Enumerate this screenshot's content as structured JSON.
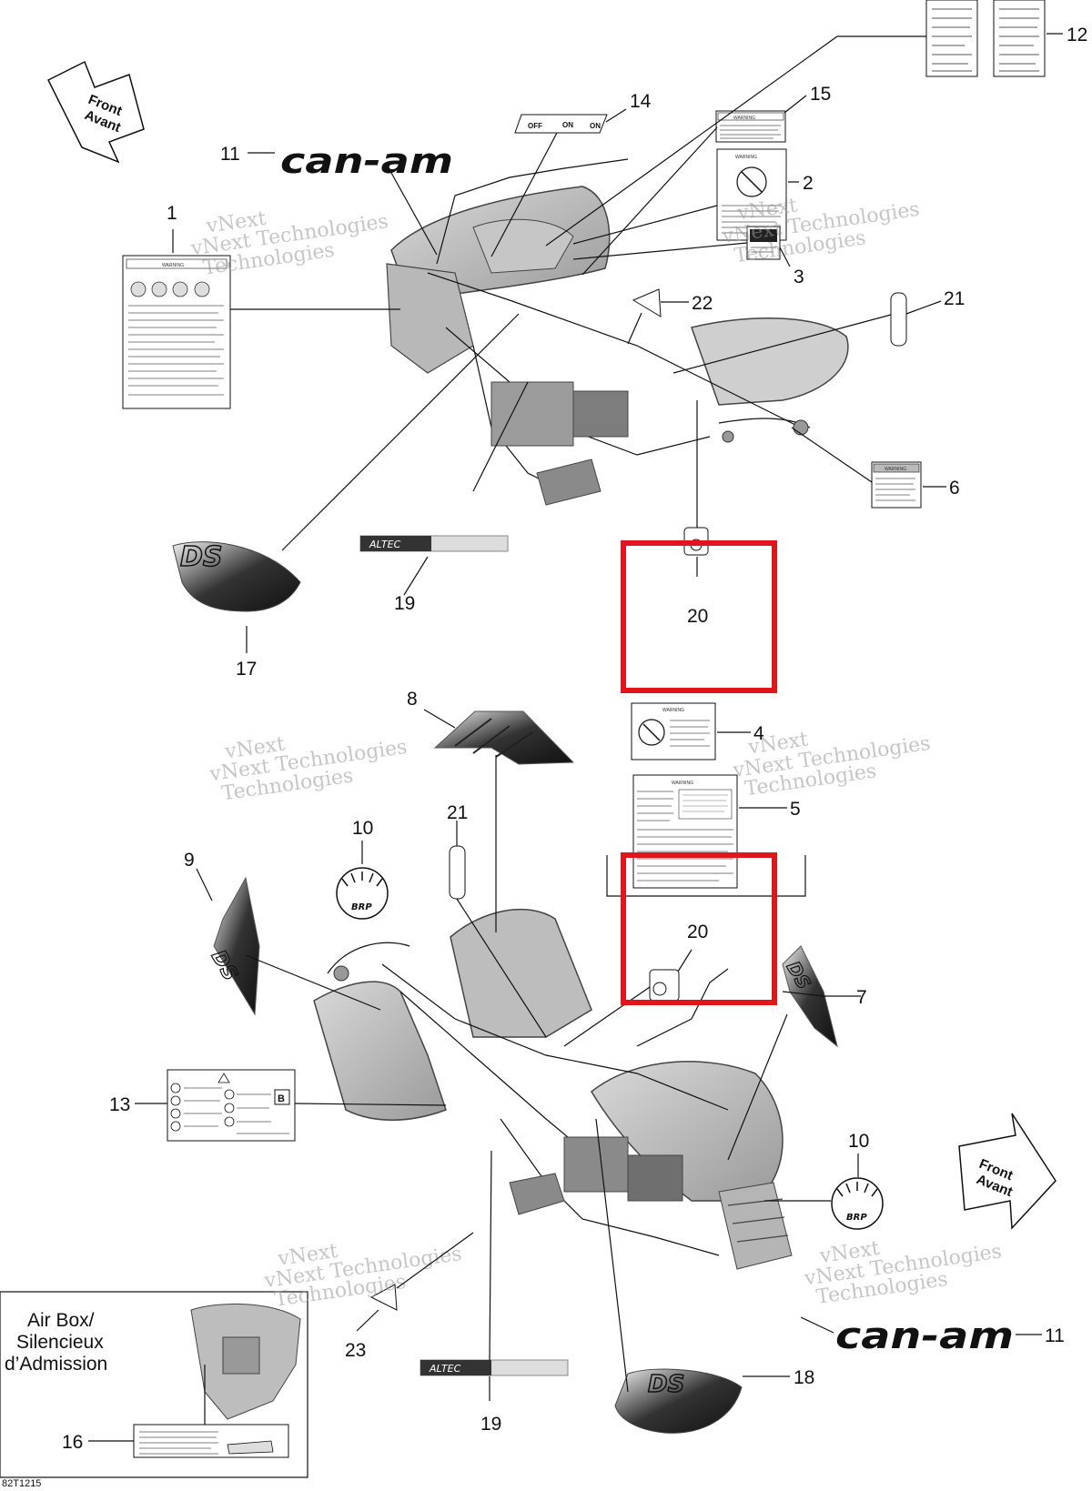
{
  "orientation": {
    "front_label": "Front",
    "avant_label": "Avant"
  },
  "callouts": {
    "c1": "1",
    "c2": "2",
    "c3": "3",
    "c4": "4",
    "c5": "5",
    "c6": "6",
    "c7": "7",
    "c8": "8",
    "c9": "9",
    "c10a": "10",
    "c10b": "10",
    "c11a": "11",
    "c11b": "11",
    "c12": "12",
    "c13": "13",
    "c14": "14",
    "c15": "15",
    "c16": "16",
    "c17": "17",
    "c18": "18",
    "c19a": "19",
    "c19b": "19",
    "c20a": "20",
    "c20b": "20",
    "c21a": "21",
    "c21b": "21",
    "c22": "22",
    "c23": "23"
  },
  "decals": {
    "brand": "can-am",
    "warning": "WARNING",
    "altec": "ALTEC",
    "model_badge": "DS",
    "brp": "BRP",
    "switch_off": "OFF",
    "switch_on": "ON"
  },
  "watermark": {
    "line1": "vNext",
    "line2": "vNext Technologies",
    "line3": "Technologies"
  },
  "inset": {
    "line1": "Air Box/",
    "line2": "Silencieux",
    "line3": "d’Admission"
  },
  "drawing_code": "82T1215",
  "highlight_color": "#e0161c"
}
